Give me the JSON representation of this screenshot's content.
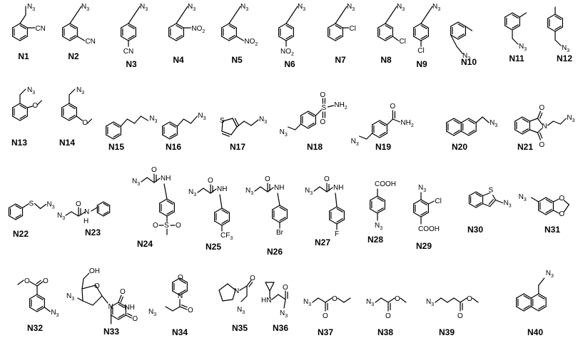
{
  "compounds": [
    {
      "label": "N1",
      "smiles": "N3CC1=CC=CC=C1C#N",
      "substituents": [
        "CN"
      ]
    },
    {
      "label": "N2",
      "smiles": "N3CC1=CC(C#N)=CC=C1",
      "substituents": [
        "CN"
      ]
    },
    {
      "label": "N3",
      "smiles": "N3CC1=CC=C(C#N)C=C1",
      "substituents": [
        "CN"
      ]
    },
    {
      "label": "N4",
      "smiles": "N3CC1=CC=CC=C1[N+](=O)[O-]",
      "substituents": [
        "NO2"
      ]
    },
    {
      "label": "N5",
      "smiles": "N3CC1=CC([N+](=O)[O-])=CC=C1",
      "substituents": [
        "NO2"
      ]
    },
    {
      "label": "N6",
      "smiles": "N3CC1=CC=C([N+](=O)[O-])C=C1",
      "substituents": [
        "NO2"
      ]
    },
    {
      "label": "N7",
      "smiles": "N3CC1=CC=CC=C1Cl",
      "substituents": [
        "Cl"
      ]
    },
    {
      "label": "N8",
      "smiles": "N3CC1=CC(Cl)=CC=C1",
      "substituents": [
        "Cl"
      ]
    },
    {
      "label": "N9",
      "smiles": "N3CC1=CC=C(Cl)C=C1",
      "substituents": [
        "Cl"
      ]
    },
    {
      "label": "N10",
      "smiles": "CC1=CC=CC=C1CN3",
      "substituents": []
    },
    {
      "label": "N11",
      "smiles": "CC1=CC=CC(CN3)=C1",
      "substituents": []
    },
    {
      "label": "N12",
      "smiles": "CC1=CC=C(CN3)C=C1",
      "substituents": []
    },
    {
      "label": "N13",
      "smiles": "N3CC1=CC=CC=C1OC",
      "substituents": [
        "O"
      ]
    },
    {
      "label": "N14",
      "smiles": "N3CC1=CC(OC)=CC=C1",
      "substituents": [
        "O"
      ]
    },
    {
      "label": "N15",
      "smiles": "N3CCCC1=CC=CC=C1",
      "substituents": []
    },
    {
      "label": "N16",
      "smiles": "N3CCC1=CC=CC=C1",
      "substituents": []
    },
    {
      "label": "N17",
      "smiles": "N3CCC1=CSC=C1",
      "substituents": [
        "S"
      ]
    },
    {
      "label": "N18",
      "smiles": "N3CC1=CC=C(S(=O)(=O)N)C=C1",
      "substituents": [
        "S",
        "O",
        "O",
        "NH2"
      ]
    },
    {
      "label": "N19",
      "smiles": "N3CC1=CC=C(C(=O)N)C=C1",
      "substituents": [
        "O",
        "NH2"
      ]
    },
    {
      "label": "N20",
      "smiles": "N3CC1=CC2=CC=CC=C2C=C1",
      "substituents": []
    },
    {
      "label": "N21",
      "smiles": "N3CCN1C(=O)C2=CC=CC=C2C1=O",
      "substituents": [
        "O",
        "N",
        "O"
      ]
    },
    {
      "label": "N22",
      "smiles": "N3CSC1=CC=CC=C1",
      "substituents": [
        "S"
      ]
    },
    {
      "label": "N23",
      "smiles": "N3CC(=O)NC1=CC=CC=C1",
      "substituents": [
        "O",
        "N",
        "H"
      ]
    },
    {
      "label": "N24",
      "smiles": "N3CC(=O)NC1=CC=C(S(C)(=O)=O)C=C1",
      "substituents": [
        "O",
        "NH",
        "S",
        "O",
        "O"
      ]
    },
    {
      "label": "N25",
      "smiles": "N3CC(=O)NC1=CC=C(C(F)(F)F)C=C1",
      "substituents": [
        "O",
        "NH",
        "CF3"
      ]
    },
    {
      "label": "N26",
      "smiles": "N3CC(=O)NC1=CC=C(Br)C=C1",
      "substituents": [
        "O",
        "NH",
        "Br"
      ]
    },
    {
      "label": "N27",
      "smiles": "N3CC(=O)NC1=CC=C(F)C=C1",
      "substituents": [
        "O",
        "NH",
        "F"
      ]
    },
    {
      "label": "N28",
      "smiles": "N3C1=CC=C(C(=O)O)C=C1",
      "substituents": [
        "COOH"
      ]
    },
    {
      "label": "N29",
      "smiles": "N3C1=CC=C(C(=O)O)C=C1Cl",
      "substituents": [
        "Cl",
        "COOH"
      ]
    },
    {
      "label": "N30",
      "smiles": "N3C1=CC2=CC=CC=C2S1",
      "substituents": [
        "S"
      ]
    },
    {
      "label": "N31",
      "smiles": "N3C1=CC2=C(OCO2)C=C1",
      "substituents": [
        "O",
        "O"
      ]
    },
    {
      "label": "N32",
      "smiles": "COC(=O)C1=CC=CC(N3)=C1",
      "substituents": [
        "O",
        "O"
      ]
    },
    {
      "label": "N33",
      "smiles": "N3C1CC(N2C=C(C)C(=O)NC2=O)OC1CO",
      "substituents": [
        "OH",
        "O",
        "O",
        "N",
        "NH",
        "O"
      ]
    },
    {
      "label": "N34",
      "smiles": "N3CC(=O)N1CCOCC1",
      "substituents": [
        "O",
        "N",
        "O"
      ]
    },
    {
      "label": "N35",
      "smiles": "N3CC(=O)N1CCCC1",
      "substituents": [
        "N",
        "O"
      ]
    },
    {
      "label": "N36",
      "smiles": "N3CC(=O)NC1CC1",
      "substituents": [
        "HN",
        "O"
      ]
    },
    {
      "label": "N37",
      "smiles": "N3CC(=O)OCC",
      "substituents": [
        "O",
        "O"
      ]
    },
    {
      "label": "N38",
      "smiles": "N3CC(=O)OC",
      "substituents": [
        "O",
        "O"
      ]
    },
    {
      "label": "N39",
      "smiles": "N3CCCC(=O)OC",
      "substituents": [
        "O",
        "O"
      ]
    },
    {
      "label": "N40",
      "smiles": "N3CC1=CC=CC2=CC=CC=C12",
      "substituents": []
    }
  ],
  "azide_text": "N3"
}
